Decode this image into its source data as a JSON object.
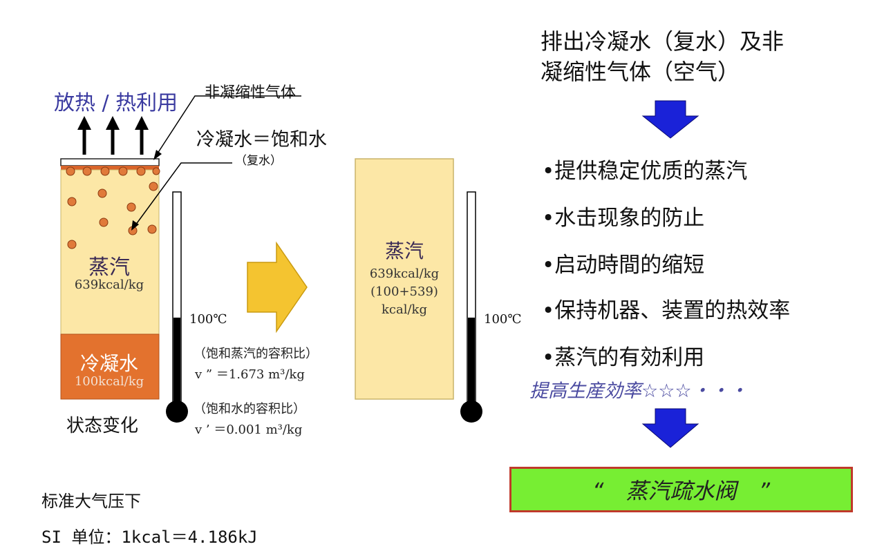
{
  "left": {
    "heat_release": "放热 / 热利用",
    "noncondensable_gas": "非凝缩性气体",
    "condensate_saturated": "冷凝水＝饱和水",
    "return_water": "（复水）",
    "steam_label": "蒸汽",
    "steam_value": "639kcal/kg",
    "condensate_label": "冷凝水",
    "condensate_value": "100kcal/kg",
    "state_change": "状态变化",
    "temperature": "100℃"
  },
  "notes": {
    "sat_steam_ratio_label": "（饱和蒸汽的容积比）",
    "sat_steam_ratio_value": "v ” ＝1.673 m³/kg",
    "sat_water_ratio_label": "（饱和水的容积比）",
    "sat_water_ratio_value": "v ’ ＝0.001 m³/kg"
  },
  "middle": {
    "steam_label": "蒸汽",
    "steam_value_line1": "639kcal/kg",
    "steam_value_line2": "(100+539)",
    "steam_value_line3": "kcal/kg",
    "temperature": "100℃"
  },
  "right": {
    "heading_line1": "排出冷凝水（复水）及非",
    "heading_line2": "凝缩性气体（空气）",
    "benefits": [
      "•提供稳定优质的蒸汽",
      "•水击现象的防止",
      "•启动時間的缩短",
      "•保持机器、装置的热效率",
      "•蒸汽的有効利用"
    ],
    "improve": "提高生産効率☆☆☆・・・",
    "result": "“　蒸汽疏水阀　”"
  },
  "footer": {
    "standard": "标准大气压下",
    "si_unit": "SI 单位：1kcal＝4.186kJ"
  },
  "colors": {
    "steam_fill": "#fce7a6",
    "condensate_fill": "#e3722e",
    "arrow_yellow": "#f4c430",
    "arrow_blue": "#1a22d8",
    "result_green": "#77ee33",
    "result_border": "#c0392b"
  }
}
